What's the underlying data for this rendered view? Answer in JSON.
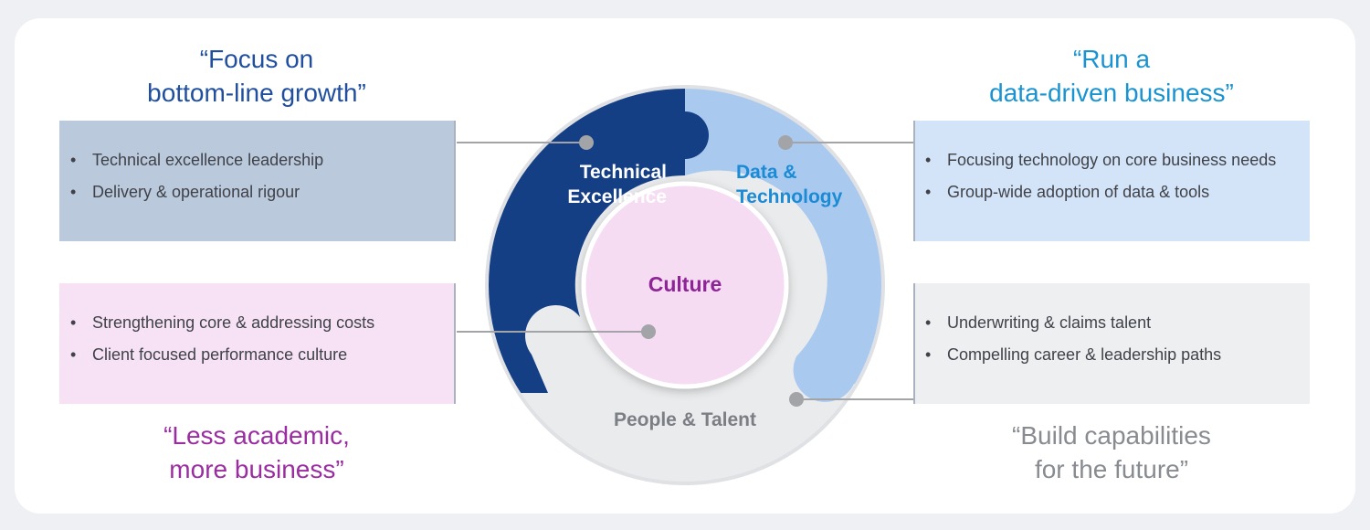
{
  "quotes": {
    "top_left": "“Focus on\nbottom-line growth”",
    "top_right": "“Run a\ndata-driven business”",
    "bottom_left": "“Less academic,\nmore business”",
    "bottom_right": "“Build capabilities\nfor the future”"
  },
  "boxes": {
    "top_left": [
      "Technical excellence leadership",
      "Delivery & operational rigour"
    ],
    "top_right": [
      "Focusing technology on core business needs",
      "Group-wide adoption of data & tools"
    ],
    "bottom_left": [
      "Strengthening core & addressing costs",
      "Client focused performance culture"
    ],
    "bottom_right": [
      "Underwriting & claims talent",
      "Compelling career & leadership paths"
    ]
  },
  "segments": {
    "technical": "Technical\nExcellence",
    "data": "Data &\nTechnology",
    "people": "People & Talent",
    "culture": "Culture"
  },
  "colors": {
    "navy": "#143f85",
    "light_blue": "#a9c9ef",
    "pink": "#f5dcf3",
    "grey_ring": "#eaebec",
    "quote_blue": "#1f4f9e",
    "quote_cyan": "#1a93d1",
    "quote_purple": "#9a2da0",
    "quote_grey": "#888b90",
    "box_grey_blue": "#bac9dc",
    "box_light_blue": "#d4e4f8",
    "box_pink": "#f7e1f4",
    "box_grey": "#eeeff1",
    "data_label": "#1a8bd4",
    "culture_label": "#8e2597",
    "people_label": "#7b7e84",
    "connector": "#a2a4a8"
  }
}
